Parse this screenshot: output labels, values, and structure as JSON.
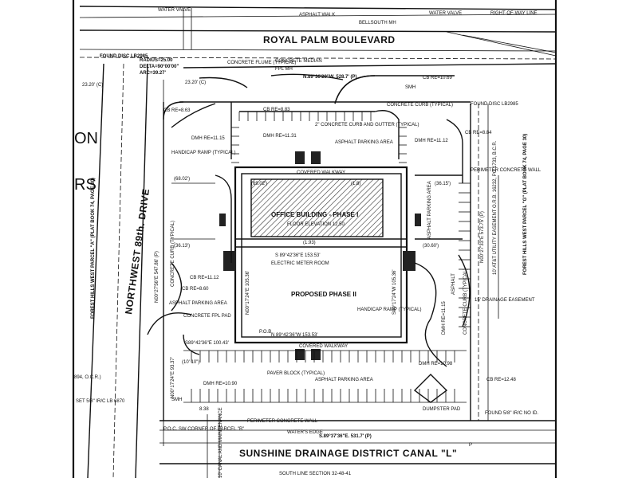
{
  "streets": {
    "north": "ROYAL PALM BOULEVARD",
    "west": "NORTHWEST 89th. DRIVE",
    "south": "SUNSHINE DRAINAGE DISTRICT CANAL \"L\"",
    "south_line": "SOUTH LINE SECTION 32-48-41"
  },
  "top_labels": {
    "water_valve_left": "WATER VALVE",
    "asphalt_walk": "ASPHALT WALK",
    "bellsouth_mh": "BELLSOUTH MH",
    "water_valve_right": "WATER VALVE",
    "right_of_way": "RIGHT-OF-WAY LINE"
  },
  "curve": {
    "found_disc": "FOUND DISC LB2985",
    "radius": "RADIUS=25.00",
    "delta": "DELTA=90°00'00\"",
    "arc": "ARC=39.27'",
    "dim_left": "23.20' (C)",
    "dim_right": "23.20' (C)"
  },
  "north_labels": {
    "concrete_flume": "CONCRETE FLUME (TYPICAL)",
    "concrete_median": "CONCRETE MEDIAN",
    "fpl_mh": "FPL MH",
    "north_bearing": "N.89°36'29\"W. 528.7' (P)",
    "concrete_curb_gutter": "2\" CONCRETE CURB AND GUTTER (TYPICAL)",
    "asphalt_parking_n": "ASPHALT PARKING AREA",
    "concrete_curb_ne": "CONCRETE CURB (TYPICAL)",
    "found_disc_ne": "FOUND DISC LB2985",
    "cb_ne": "CB RE=10.69",
    "cb_ne2": "CB RE=8.84",
    "smh": "SMH",
    "cb_nw": "CB RE=8.63",
    "cb_n": "CB RE=8.83",
    "dmh_n1": "DMH RE=11.15",
    "dmh_n2": "DMH RE=11.31",
    "dmh_n3": "DMH RE=11.12"
  },
  "building": {
    "covered_walkway_n": "COVERED WALKWAY",
    "name": "OFFICE BUILDING - PHASE I",
    "floor": "FLOOR ELEVATION 12.50",
    "south_bearing": "S 89°42'36\"E 153.53'",
    "electric_meter": "ELECTRIC METER ROOM",
    "phase2": "PROPOSED PHASE II",
    "west_dim": "N00°17'24\"E 105.36'",
    "east_dim": "S00°17'24\"W 105.36'",
    "pob": "P.O.B.",
    "bottom_bearing": "N 89°42'36\"W 153.53'",
    "covered_walkway_s": "COVERED WALKWAY",
    "handicap_ramp": "HANDICAP RAMP (TYPICAL)",
    "handicap_ramp_nw": "HANDICAP RAMP (TYPICAL)",
    "dim_a": "(68.02')",
    "dim_b": "(36.13')",
    "dim_c": "(36.15')",
    "dim_d": "(30.60')",
    "dim_e": "(69.02')",
    "dim_f": "(1.8)",
    "dim_g": "(1.93)"
  },
  "west_labels": {
    "west_line": "N00°27'56\"E 547.86' (P)",
    "concrete_curb_w": "CONCRETE CURB (TYPICAL)",
    "asphalt_parking_w": "ASPHALT PARKING AREA",
    "cb_w1": "CB RE=11.12",
    "cb_w2": "CB RE=8.60",
    "concrete_fpl_pad": "CONCRETE FPL PAD",
    "dim_w1": "S89°42'36\"E 100.43'",
    "dim_w2": "(10' 10\")",
    "dim_w3": "N00°17'24\"E 93.37'",
    "dmh_sw": "DMH RE=10.90",
    "set_disc": "SET 5/8\" IR/C LB 6870",
    "pob_sw": "P.O.C. SW CORNER OF PARCEL \"B\"",
    "f_value": "8.38",
    "smh_w": "SMH",
    "nb_ocr": "894, O.C.R.)",
    "forest_hills_w": "FOREST HILLS WEST PARCEL \"A\" (PLAT BOOK 74, PAGE 30)",
    "fragment_on": "ON",
    "fragment_rs": "RS"
  },
  "east_labels": {
    "perimeter_wall": "PERIMETER CONCRETE WALL",
    "east_line": "N00°27'33\"E 573.75' (P)",
    "fpl_easement": "10' AT&T UTILITY EASEMENT O.R.B. 16232, PG 1733, B.C.R.",
    "asphalt_parking_e": "ASPHALT PARKING AREA",
    "asphalt_e": "ASPHALT",
    "concrete_curb_e": "CONCRETE CURB (TYPICAL)",
    "drainage_easement": "15' DRAINAGE EASEMENT",
    "dmh_e": "DMH RE=11.15",
    "forest_hills_e": "FOREST HILLS WEST PARCEL \"G\" (PLAT BOOK 74, PAGE 30)"
  },
  "south_labels": {
    "paver_block": "PAVER BLOCK (TYPICAL)",
    "asphalt_parking_s": "ASPHALT PARKING AREA",
    "dmh_s": "DMH RE=10.98",
    "dumpster_pad": "DUMPSTER PAD",
    "cb_se": "CB RE=12.48",
    "found_se": "FOUND 5/8\" IR/C NO ID.",
    "perimeter_wall_s": "PERIMETER CONCRETE WALL",
    "waters_edge": "WATER'S EDGE",
    "south_bearing": "S.89°37'36\"E. 531.7' (P)",
    "canal_maint": "10' CANAL AND MAINTENANCE",
    "pl_label": "P"
  }
}
